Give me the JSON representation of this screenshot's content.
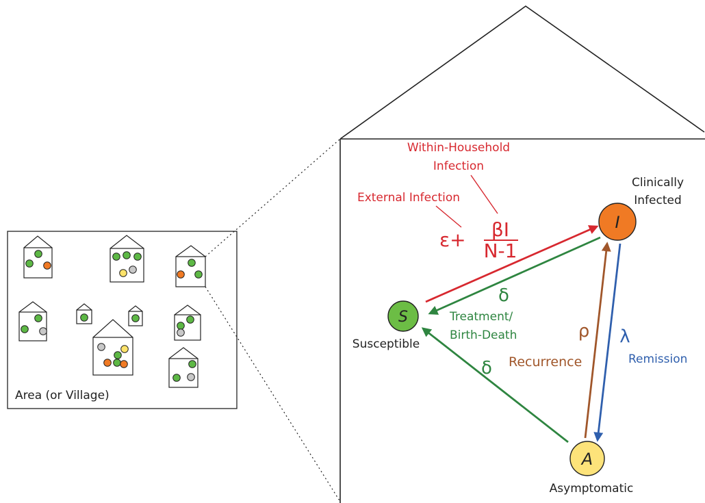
{
  "area": {
    "label": "Area (or Village)",
    "houses": [
      {
        "dots": [
          "green",
          "green",
          "orange"
        ]
      },
      {
        "dots": [
          "green",
          "green",
          "green",
          "yellow",
          "gray"
        ]
      },
      {
        "dots": [
          "green",
          "orange",
          "green"
        ]
      },
      {
        "dots": [
          "green",
          "green",
          "gray"
        ]
      },
      {
        "dots": [
          "green"
        ]
      },
      {
        "dots": [
          "green"
        ]
      },
      {
        "dots": [
          "gray",
          "yellow",
          "green",
          "orange",
          "green",
          "orange"
        ]
      },
      {
        "dots": [
          "green",
          "green",
          "gray"
        ]
      },
      {
        "dots": [
          "green",
          "green",
          "gray"
        ]
      }
    ]
  },
  "household": {
    "nodes": {
      "susceptible": {
        "letter": "S",
        "label": "Susceptible"
      },
      "infected": {
        "letter": "I",
        "label_line1": "Clinically",
        "label_line2": "Infected"
      },
      "asymptomatic": {
        "letter": "A",
        "label": "Asymptomatic"
      }
    },
    "transitions": {
      "within_household_line1": "Within-Household",
      "within_household_line2": "Infection",
      "external": "External Infection",
      "rate_epsilon": "ε+",
      "rate_numerator": "βI",
      "rate_denominator": "N-1",
      "delta_top": "δ",
      "treatment_line1": "Treatment/",
      "treatment_line2": "Birth-Death",
      "delta_bottom": "δ",
      "rho": "ρ",
      "recurrence": "Recurrence",
      "lambda": "λ",
      "remission": "Remission"
    }
  },
  "colors": {
    "red": "#d7282f",
    "green": "#2e8540",
    "brown": "#a0562a",
    "blue": "#2f5fad",
    "node_s": "#6cbd45",
    "node_i": "#f07a24",
    "node_a": "#fde37a",
    "dot_green": "#5db845",
    "dot_orange": "#f07a24",
    "dot_yellow": "#fde36b",
    "dot_gray": "#c8c8c8"
  }
}
